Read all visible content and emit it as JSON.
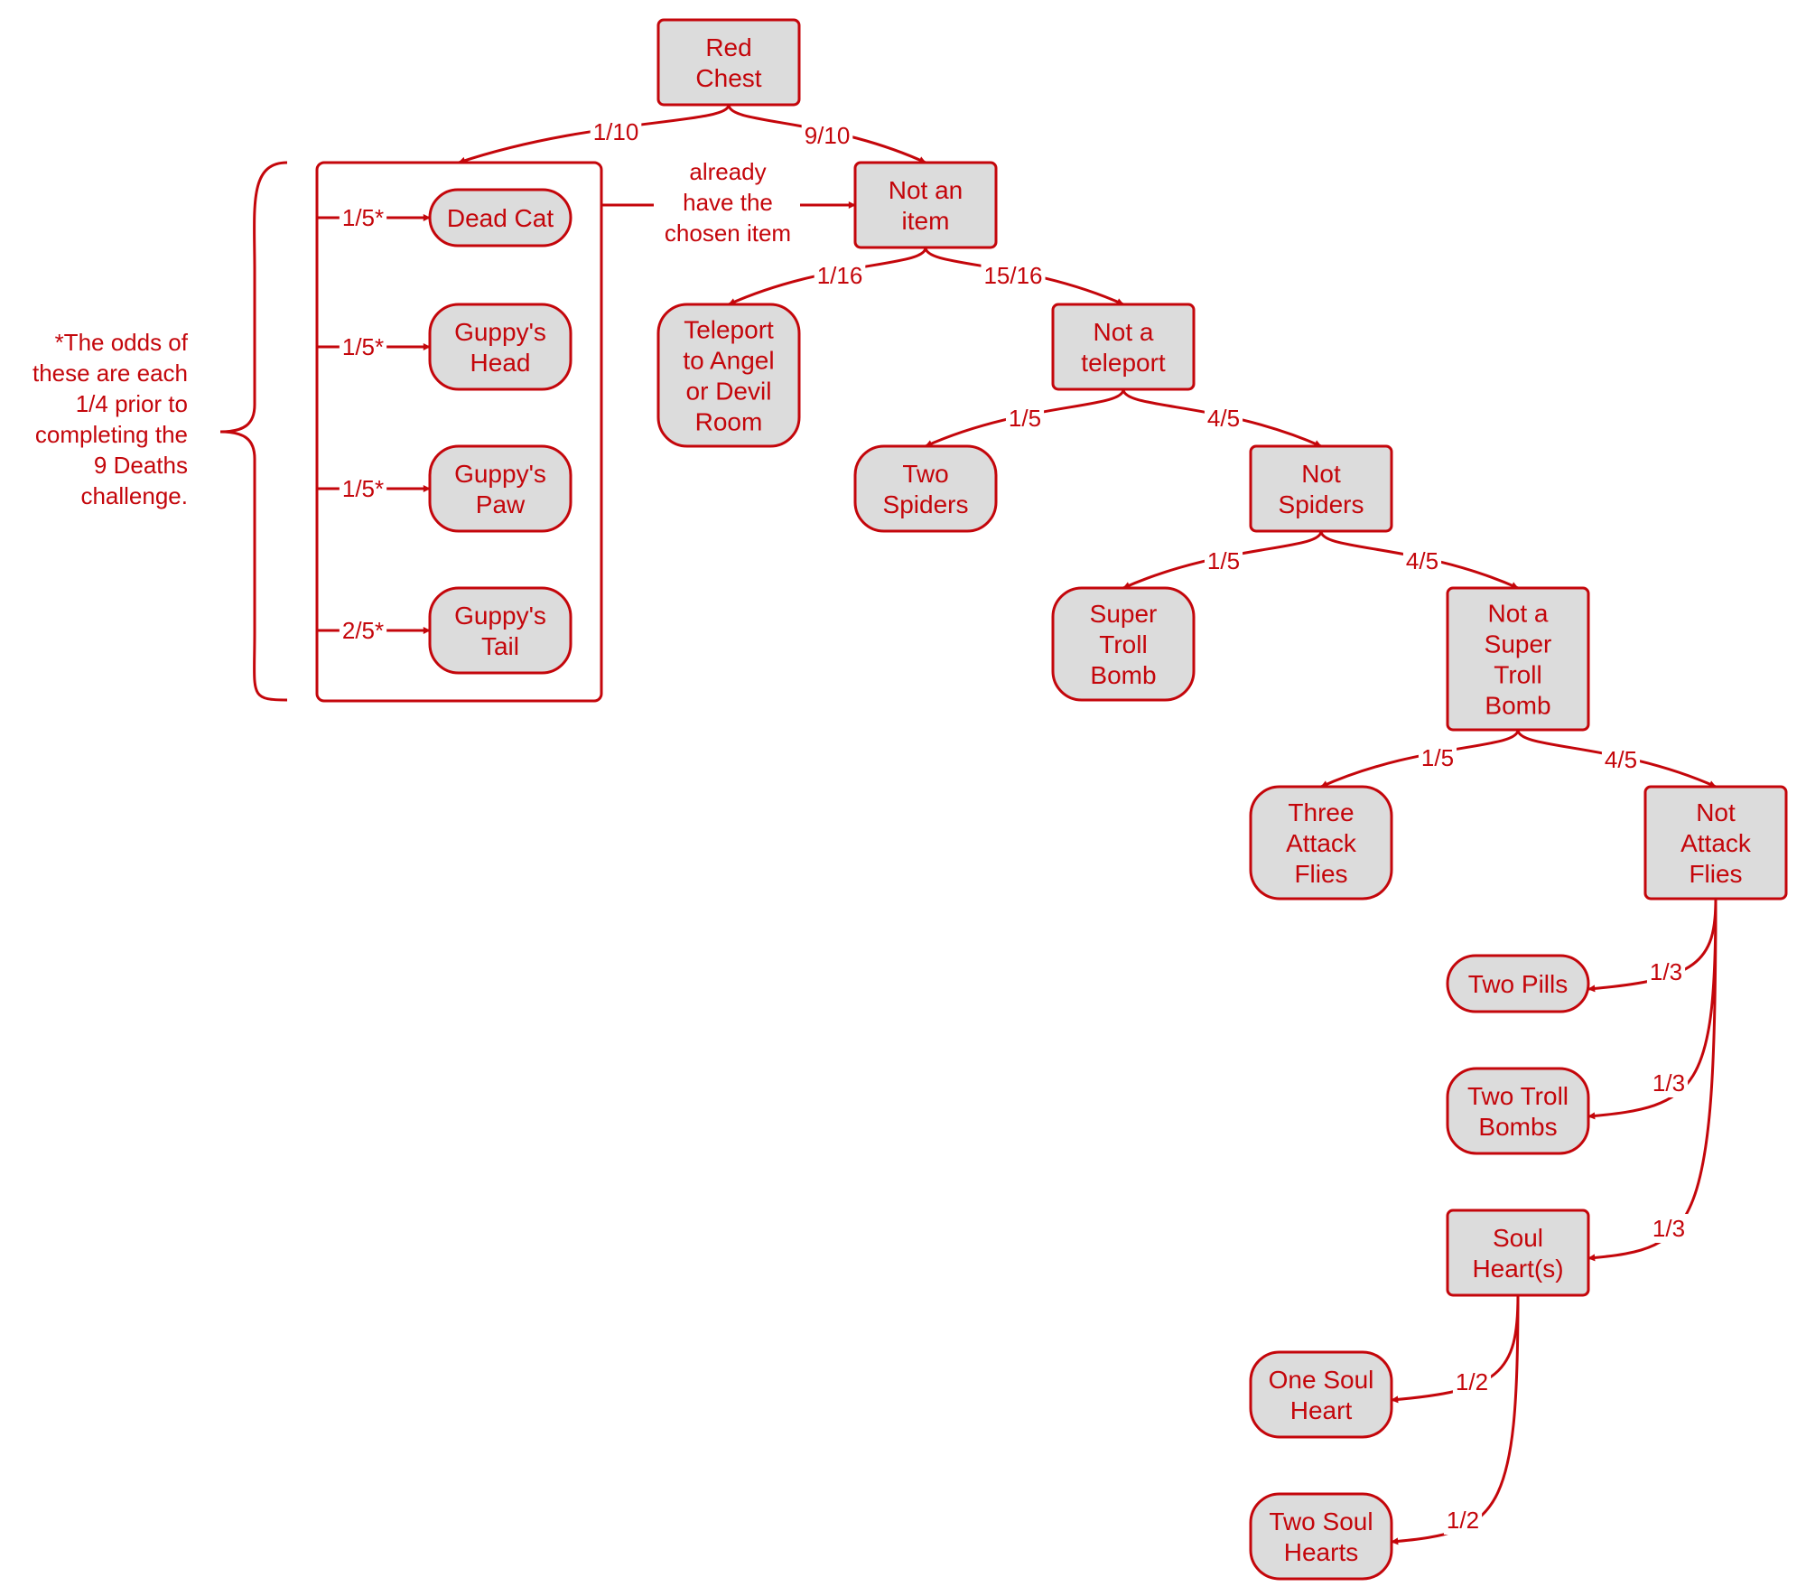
{
  "colors": {
    "stroke": "#c4060b",
    "fill": "#dcdcdc",
    "background": "#ffffff"
  },
  "nodes": {
    "red_chest": {
      "lines": [
        "Red",
        "Chest"
      ],
      "shape": "rect"
    },
    "not_an_item": {
      "lines": [
        "Not an",
        "item"
      ],
      "shape": "rect"
    },
    "teleport": {
      "lines": [
        "Teleport",
        "to Angel",
        "or Devil",
        "Room"
      ],
      "shape": "pill"
    },
    "not_a_teleport": {
      "lines": [
        "Not a",
        "teleport"
      ],
      "shape": "rect"
    },
    "two_spiders": {
      "lines": [
        "Two",
        "Spiders"
      ],
      "shape": "pill"
    },
    "not_spiders": {
      "lines": [
        "Not",
        "Spiders"
      ],
      "shape": "rect"
    },
    "super_troll_bomb": {
      "lines": [
        "Super",
        "Troll",
        "Bomb"
      ],
      "shape": "pill"
    },
    "not_super_troll": {
      "lines": [
        "Not a",
        "Super",
        "Troll",
        "Bomb"
      ],
      "shape": "rect"
    },
    "three_attack_flies": {
      "lines": [
        "Three",
        "Attack",
        "Flies"
      ],
      "shape": "pill"
    },
    "not_attack_flies": {
      "lines": [
        "Not",
        "Attack",
        "Flies"
      ],
      "shape": "rect"
    },
    "two_pills": {
      "lines": [
        "Two Pills"
      ],
      "shape": "pill"
    },
    "two_troll_bombs": {
      "lines": [
        "Two Troll",
        "Bombs"
      ],
      "shape": "pill"
    },
    "soul_hearts": {
      "lines": [
        "Soul",
        "Heart(s)"
      ],
      "shape": "rect"
    },
    "one_soul_heart": {
      "lines": [
        "One Soul",
        "Heart"
      ],
      "shape": "pill"
    },
    "two_soul_hearts": {
      "lines": [
        "Two Soul",
        "Hearts"
      ],
      "shape": "pill"
    },
    "dead_cat": {
      "lines": [
        "Dead Cat"
      ],
      "shape": "pill"
    },
    "guppys_head": {
      "lines": [
        "Guppy's",
        "Head"
      ],
      "shape": "pill"
    },
    "guppys_paw": {
      "lines": [
        "Guppy's",
        "Paw"
      ],
      "shape": "pill"
    },
    "guppys_tail": {
      "lines": [
        "Guppy's",
        "Tail"
      ],
      "shape": "pill"
    }
  },
  "edges": [
    {
      "from": "red_chest",
      "to": "item_group",
      "label": "1/10"
    },
    {
      "from": "red_chest",
      "to": "not_an_item",
      "label": "9/10"
    },
    {
      "from": "item_group",
      "to": "not_an_item",
      "label": "already have the chosen item"
    },
    {
      "from": "not_an_item",
      "to": "teleport",
      "label": "1/16"
    },
    {
      "from": "not_an_item",
      "to": "not_a_teleport",
      "label": "15/16"
    },
    {
      "from": "not_a_teleport",
      "to": "two_spiders",
      "label": "1/5"
    },
    {
      "from": "not_a_teleport",
      "to": "not_spiders",
      "label": "4/5"
    },
    {
      "from": "not_spiders",
      "to": "super_troll_bomb",
      "label": "1/5"
    },
    {
      "from": "not_spiders",
      "to": "not_super_troll",
      "label": "4/5"
    },
    {
      "from": "not_super_troll",
      "to": "three_attack_flies",
      "label": "1/5"
    },
    {
      "from": "not_super_troll",
      "to": "not_attack_flies",
      "label": "4/5"
    },
    {
      "from": "not_attack_flies",
      "to": "two_pills",
      "label": "1/3"
    },
    {
      "from": "not_attack_flies",
      "to": "two_troll_bombs",
      "label": "1/3"
    },
    {
      "from": "not_attack_flies",
      "to": "soul_hearts",
      "label": "1/3"
    },
    {
      "from": "soul_hearts",
      "to": "one_soul_heart",
      "label": "1/2"
    },
    {
      "from": "soul_hearts",
      "to": "two_soul_hearts",
      "label": "1/2"
    },
    {
      "from": "item_group",
      "to": "dead_cat",
      "label": "1/5*"
    },
    {
      "from": "item_group",
      "to": "guppys_head",
      "label": "1/5*"
    },
    {
      "from": "item_group",
      "to": "guppys_paw",
      "label": "1/5*"
    },
    {
      "from": "item_group",
      "to": "guppys_tail",
      "label": "2/5*"
    }
  ],
  "already_label_lines": [
    "already",
    "have the",
    "chosen item"
  ],
  "note_lines": [
    "*The odds of",
    "these are each",
    "1/4 prior to",
    "completing the",
    "9 Deaths",
    "challenge."
  ]
}
